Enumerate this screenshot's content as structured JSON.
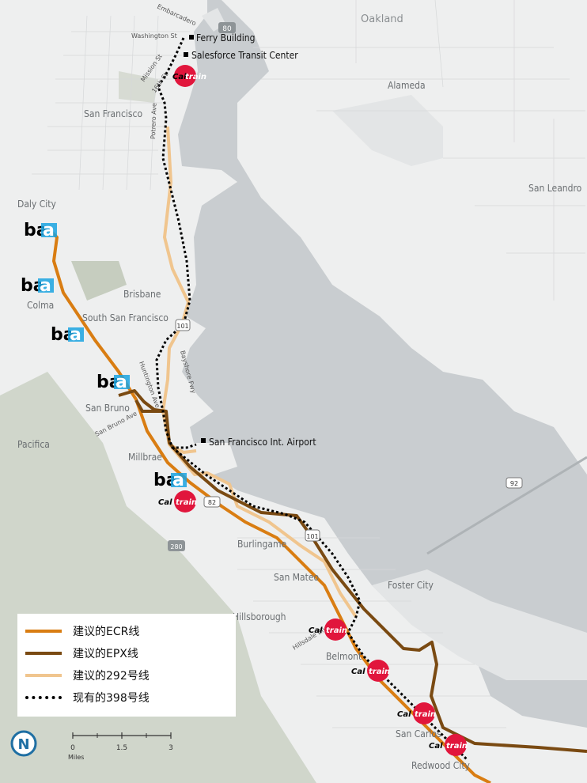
{
  "map": {
    "colors": {
      "water": "#c9cdd0",
      "land": "#eeefef",
      "park": "#c6cdbf",
      "ecr": "#d97d12",
      "epx": "#7a4a12",
      "route292": "#f0c58e",
      "route398": "#000000",
      "caltrain": "#e1163c",
      "bart_blue": "#1aa3e0"
    },
    "places": {
      "oakland": "Oakland",
      "alameda": "Alameda",
      "san_francisco": "San Francisco",
      "san_leandro": "San Leandro",
      "daly_city": "Daly City",
      "colma": "Colma",
      "brisbane": "Brisbane",
      "south_sf": "South San Francisco",
      "san_bruno": "San Bruno",
      "pacifica": "Pacifica",
      "millbrae": "Millbrae",
      "burlingame": "Burlingame",
      "san_mateo": "San Mateo",
      "foster_city": "Foster City",
      "hillsborough": "Hillsborough",
      "belmont": "Belmont",
      "san_carlos": "San Carlos",
      "redwood_city": "Redwood City"
    },
    "streets": {
      "embarcadero": "Embarcadero",
      "washington": "Washington St",
      "mission": "Mission St",
      "st16": "16th St",
      "potrero": "Potrero Ave",
      "bayshore": "Bayshore Fwy",
      "huntington": "Huntington Ave",
      "san_bruno_ave": "San Bruno Ave",
      "hillsdale": "Hillsdale Blvd"
    },
    "highways": {
      "i80": "80",
      "us101_a": "101",
      "us101_b": "101",
      "sr82": "82",
      "sr92": "92",
      "i280": "280"
    },
    "pois": {
      "ferry_building": "Ferry Building",
      "transit_center": "Salesforce Transit Center",
      "sfo": "San Francisco Int. Airport"
    },
    "bart_logo": "ba",
    "caltrain_logo": {
      "cal": "Cal",
      "train": "train"
    },
    "scale": {
      "ticks": [
        "0",
        "1.5",
        "3"
      ],
      "unit": "Miles"
    },
    "north_arrow": "N"
  },
  "legend": {
    "items": [
      {
        "label": "建议的ECR线",
        "color": "#d97d12",
        "style": "solid"
      },
      {
        "label": "建议的EPX线",
        "color": "#7a4a12",
        "style": "solid"
      },
      {
        "label": "建议的292号线",
        "color": "#f0c58e",
        "style": "solid"
      },
      {
        "label": "现有的398号线",
        "color": "#000000",
        "style": "dotted"
      }
    ]
  }
}
